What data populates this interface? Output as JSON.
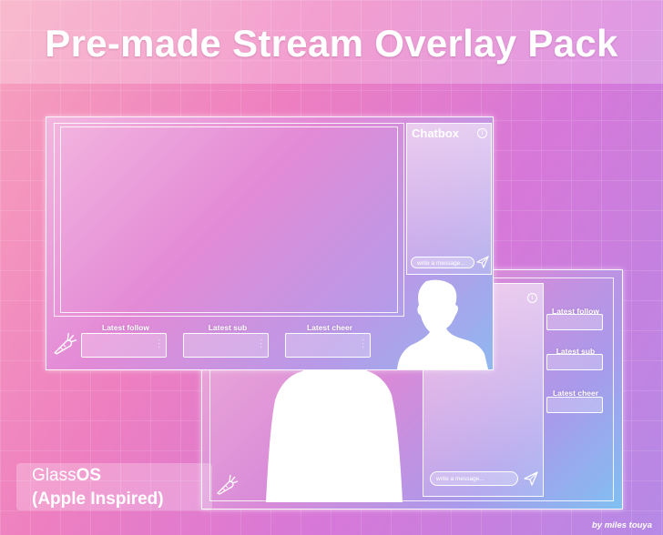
{
  "title": "Pre-made Stream Overlay Pack",
  "overlay1": {
    "chatbox_title": "Chatbox",
    "chat_placeholder": "write a message...",
    "labels": [
      "Latest follow",
      "Latest sub",
      "Latest cheer"
    ]
  },
  "overlay2": {
    "chat_placeholder": "write a message...",
    "labels": [
      "Latest follow",
      "Latest sub",
      "Latest cheer"
    ]
  },
  "subtitle": {
    "line1_prefix": "Glass",
    "line1_bold": "OS",
    "line2": "(Apple Inspired)"
  },
  "credit": "by miles touya",
  "icons": [
    "carrot-icon",
    "send-icon",
    "info-icon",
    "more-dots-icon",
    "person-silhouette"
  ]
}
